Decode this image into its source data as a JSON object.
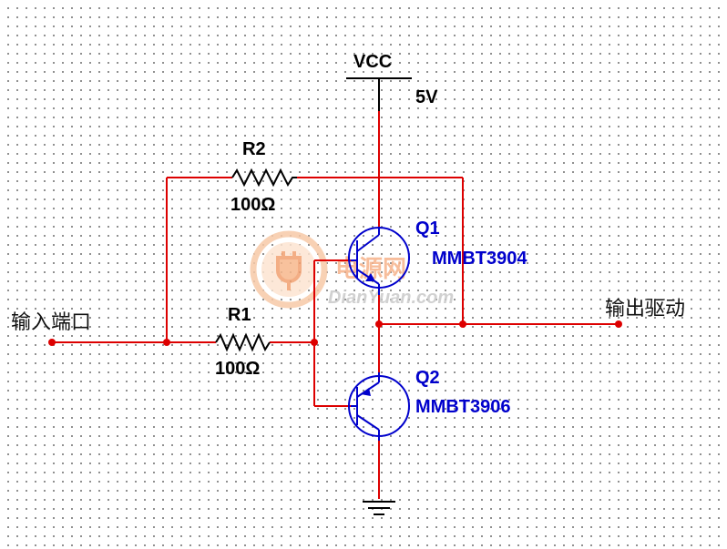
{
  "power": {
    "label": "VCC",
    "voltage": "5V"
  },
  "resistors": [
    {
      "ref": "R2",
      "value": "100Ω"
    },
    {
      "ref": "R1",
      "value": "100Ω"
    }
  ],
  "transistors": [
    {
      "ref": "Q1",
      "part": "MMBT3904"
    },
    {
      "ref": "Q2",
      "part": "MMBT3906"
    }
  ],
  "ports": {
    "input": "输入端口",
    "output": "输出驱动"
  },
  "watermark": {
    "cn": "电源网",
    "url": "DianYuan.com"
  },
  "colors": {
    "wire": "#dd0000",
    "component": "#0000cc",
    "text": "#000000"
  }
}
